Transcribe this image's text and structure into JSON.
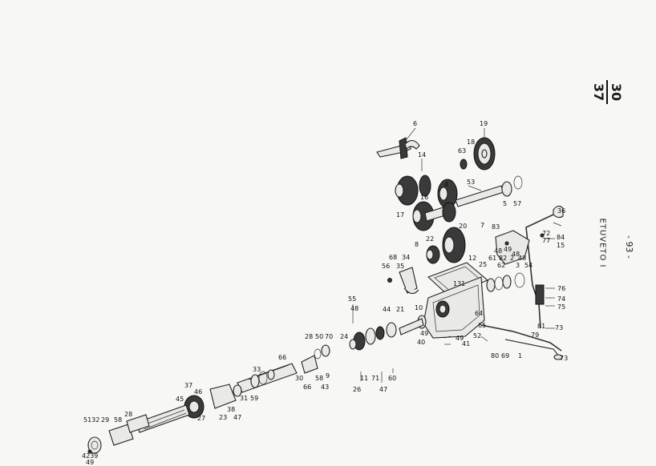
{
  "sheet": {
    "top": "30",
    "bottom": "37"
  },
  "side_label": "ETUVETO I",
  "page_number": "- 93 -",
  "callouts": [
    {
      "id": "c6",
      "text": "6"
    },
    {
      "id": "c19",
      "text": "19"
    },
    {
      "id": "c18",
      "text": "18"
    },
    {
      "id": "c63",
      "text": "63"
    },
    {
      "id": "c14",
      "text": "14"
    },
    {
      "id": "c16",
      "text": "16"
    },
    {
      "id": "c4",
      "text": "4"
    },
    {
      "id": "c53",
      "text": "53"
    },
    {
      "id": "c5",
      "text": "5"
    },
    {
      "id": "c57",
      "text": "57"
    },
    {
      "id": "c17",
      "text": "17"
    },
    {
      "id": "c36",
      "text": "36"
    },
    {
      "id": "c20",
      "text": "20"
    },
    {
      "id": "c7",
      "text": "7"
    },
    {
      "id": "c83",
      "text": "83"
    },
    {
      "id": "c72",
      "text": "72"
    },
    {
      "id": "c84",
      "text": "84"
    },
    {
      "id": "c77",
      "text": "77"
    },
    {
      "id": "c15",
      "text": "15"
    },
    {
      "id": "c8",
      "text": "8"
    },
    {
      "id": "c22",
      "text": "22"
    },
    {
      "id": "c48a",
      "text": "48"
    },
    {
      "id": "c49a",
      "text": "49"
    },
    {
      "id": "c48b",
      "text": "48"
    },
    {
      "id": "c68",
      "text": "68"
    },
    {
      "id": "c34",
      "text": "34"
    },
    {
      "id": "c61",
      "text": "61"
    },
    {
      "id": "c82",
      "text": "82"
    },
    {
      "id": "c2",
      "text": "2"
    },
    {
      "id": "c48c",
      "text": "48"
    },
    {
      "id": "c56",
      "text": "56"
    },
    {
      "id": "c35",
      "text": "35"
    },
    {
      "id": "c12",
      "text": "12"
    },
    {
      "id": "c25",
      "text": "25"
    },
    {
      "id": "c62",
      "text": "62"
    },
    {
      "id": "c3",
      "text": "3"
    },
    {
      "id": "c54",
      "text": "54"
    },
    {
      "id": "c131",
      "text": "131"
    },
    {
      "id": "c76",
      "text": "76"
    },
    {
      "id": "c55",
      "text": "55"
    },
    {
      "id": "c74",
      "text": "74"
    },
    {
      "id": "c44",
      "text": "44"
    },
    {
      "id": "c21",
      "text": "21"
    },
    {
      "id": "c10",
      "text": "10"
    },
    {
      "id": "c75",
      "text": "75"
    },
    {
      "id": "c48d",
      "text": "48"
    },
    {
      "id": "c64",
      "text": "64"
    },
    {
      "id": "c65",
      "text": "65"
    },
    {
      "id": "c81",
      "text": "81"
    },
    {
      "id": "c73a",
      "text": "73"
    },
    {
      "id": "c79",
      "text": "79"
    },
    {
      "id": "c49b",
      "text": "49"
    },
    {
      "id": "c52",
      "text": "52"
    },
    {
      "id": "c28a",
      "text": "28"
    },
    {
      "id": "c50",
      "text": "50"
    },
    {
      "id": "c70",
      "text": "70"
    },
    {
      "id": "c24",
      "text": "24"
    },
    {
      "id": "c40",
      "text": "40"
    },
    {
      "id": "c49c",
      "text": "49"
    },
    {
      "id": "c41",
      "text": "41"
    },
    {
      "id": "c80",
      "text": "80"
    },
    {
      "id": "c69",
      "text": "69"
    },
    {
      "id": "c1",
      "text": "1"
    },
    {
      "id": "c73b",
      "text": "73"
    },
    {
      "id": "c66a",
      "text": "66"
    },
    {
      "id": "c33",
      "text": "33"
    },
    {
      "id": "c30",
      "text": "30"
    },
    {
      "id": "c58a",
      "text": "58"
    },
    {
      "id": "c9",
      "text": "9"
    },
    {
      "id": "c11",
      "text": "11"
    },
    {
      "id": "c71",
      "text": "71"
    },
    {
      "id": "c60",
      "text": "60"
    },
    {
      "id": "c66b",
      "text": "66"
    },
    {
      "id": "c43",
      "text": "43"
    },
    {
      "id": "c26",
      "text": "26"
    },
    {
      "id": "c47a",
      "text": "47"
    },
    {
      "id": "c37",
      "text": "37"
    },
    {
      "id": "c46",
      "text": "46"
    },
    {
      "id": "c45",
      "text": "45"
    },
    {
      "id": "c31",
      "text": "31"
    },
    {
      "id": "c59",
      "text": "59"
    },
    {
      "id": "c38",
      "text": "38"
    },
    {
      "id": "c27",
      "text": "27"
    },
    {
      "id": "c23",
      "text": "23"
    },
    {
      "id": "c47b",
      "text": "47"
    },
    {
      "id": "c28b",
      "text": "28"
    },
    {
      "id": "c5132",
      "text": "5132"
    },
    {
      "id": "c29",
      "text": "29"
    },
    {
      "id": "c58b",
      "text": "58"
    },
    {
      "id": "c4239",
      "text": "4239"
    },
    {
      "id": "c49d",
      "text": "49"
    }
  ]
}
